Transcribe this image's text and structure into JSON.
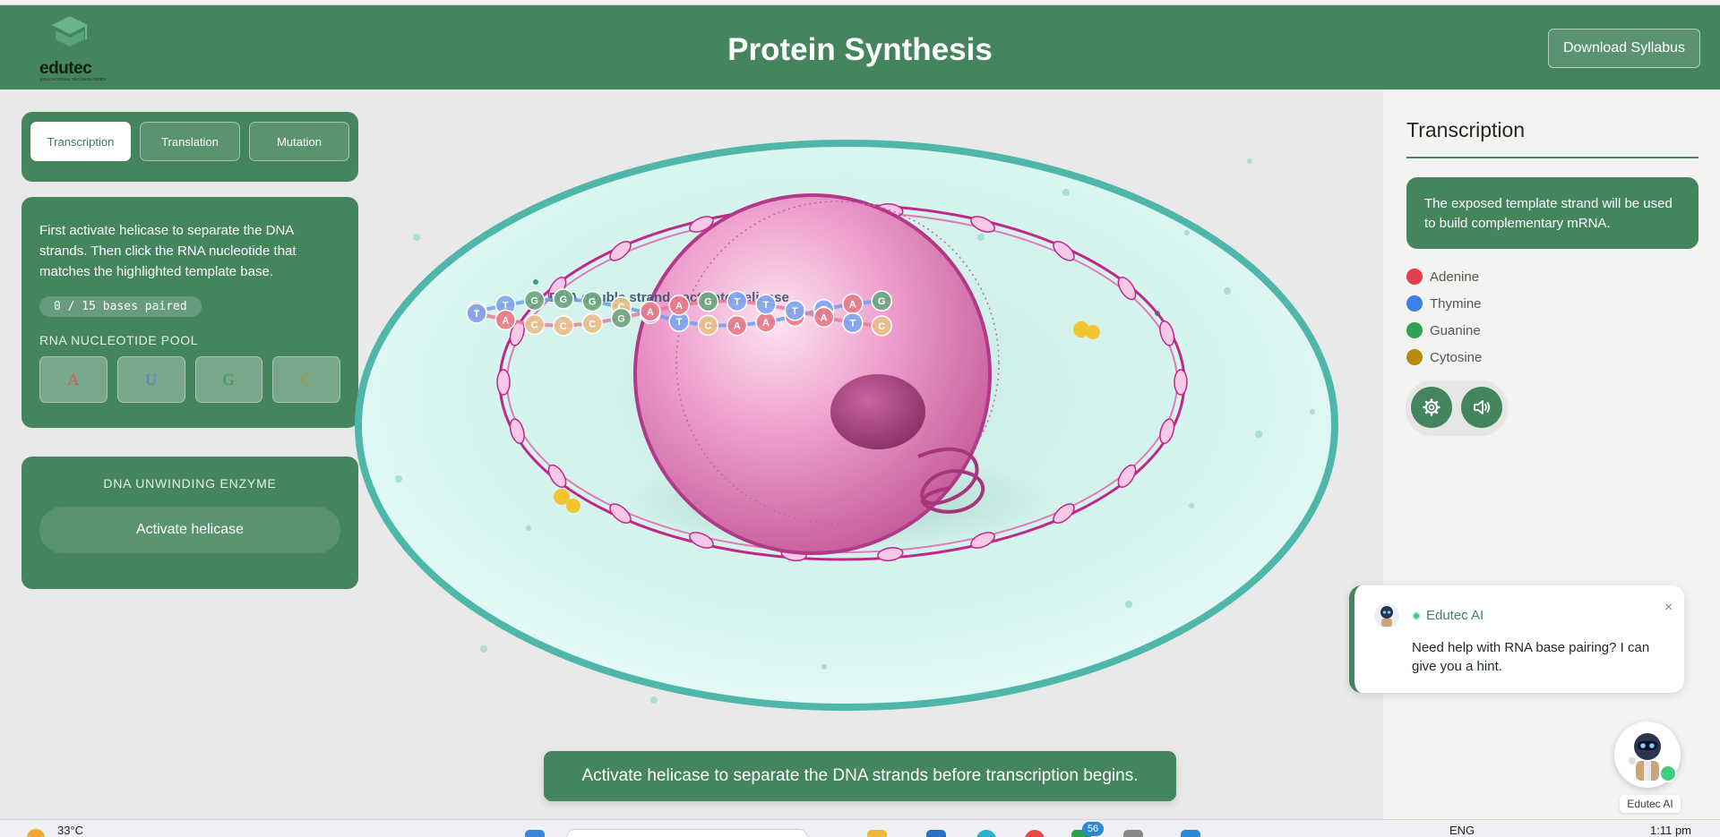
{
  "header": {
    "brand": "edutec",
    "brand_sub": "EDUCATIONAL TECHNOLOGIES",
    "title": "Protein Synthesis",
    "download_label": "Download Syllabus"
  },
  "tabs": [
    {
      "label": "Transcription",
      "active": true
    },
    {
      "label": "Translation",
      "active": false
    },
    {
      "label": "Mutation",
      "active": false
    }
  ],
  "instructions": {
    "text": "First activate helicase to separate the DNA strands. Then click the RNA nucleotide that matches the highlighted template base.",
    "counter": "0 / 15 bases paired",
    "pool_label": "RNA NUCLEOTIDE POOL",
    "pool": [
      {
        "base": "A",
        "color": "#d85a5a"
      },
      {
        "base": "U",
        "color": "#5a7fd8"
      },
      {
        "base": "G",
        "color": "#3a9a5a"
      },
      {
        "base": "C",
        "color": "#a8962e"
      }
    ]
  },
  "enzyme": {
    "title": "DNA UNWINDING ENZYME",
    "button_label": "Activate helicase"
  },
  "cell": {
    "dna_label": "DNA double strand - activate helicase",
    "top_strand": [
      "A",
      "T",
      "G",
      "G",
      "G",
      "C",
      "T",
      "T",
      "C",
      "A",
      "A",
      "A",
      "T",
      "A",
      "G"
    ],
    "bottom_strand": [
      "T",
      "A",
      "C",
      "C",
      "C",
      "G",
      "A",
      "A",
      "G",
      "T",
      "T",
      "T",
      "A",
      "T",
      "C"
    ]
  },
  "side": {
    "title": "Transcription",
    "info": "The exposed template strand will be used to build complementary mRNA.",
    "legend": [
      {
        "label": "Adenine",
        "color": "#e0414e"
      },
      {
        "label": "Thymine",
        "color": "#3f7fe8"
      },
      {
        "label": "Guanine",
        "color": "#2ea354"
      },
      {
        "label": "Cytosine",
        "color": "#b88a12"
      }
    ],
    "tools": [
      "gear-icon",
      "speaker-icon"
    ]
  },
  "chat": {
    "name": "Edutec AI",
    "message": "Need help with RNA base pairing? I can give you a hint.",
    "close": "×"
  },
  "assistant": {
    "label": "Edutec AI"
  },
  "toast": "Activate helicase to separate the DNA strands before transcription begins.",
  "taskbar": {
    "weather": "33°C",
    "badge": "56",
    "lang": "ENG",
    "time": "1:11 pm"
  }
}
